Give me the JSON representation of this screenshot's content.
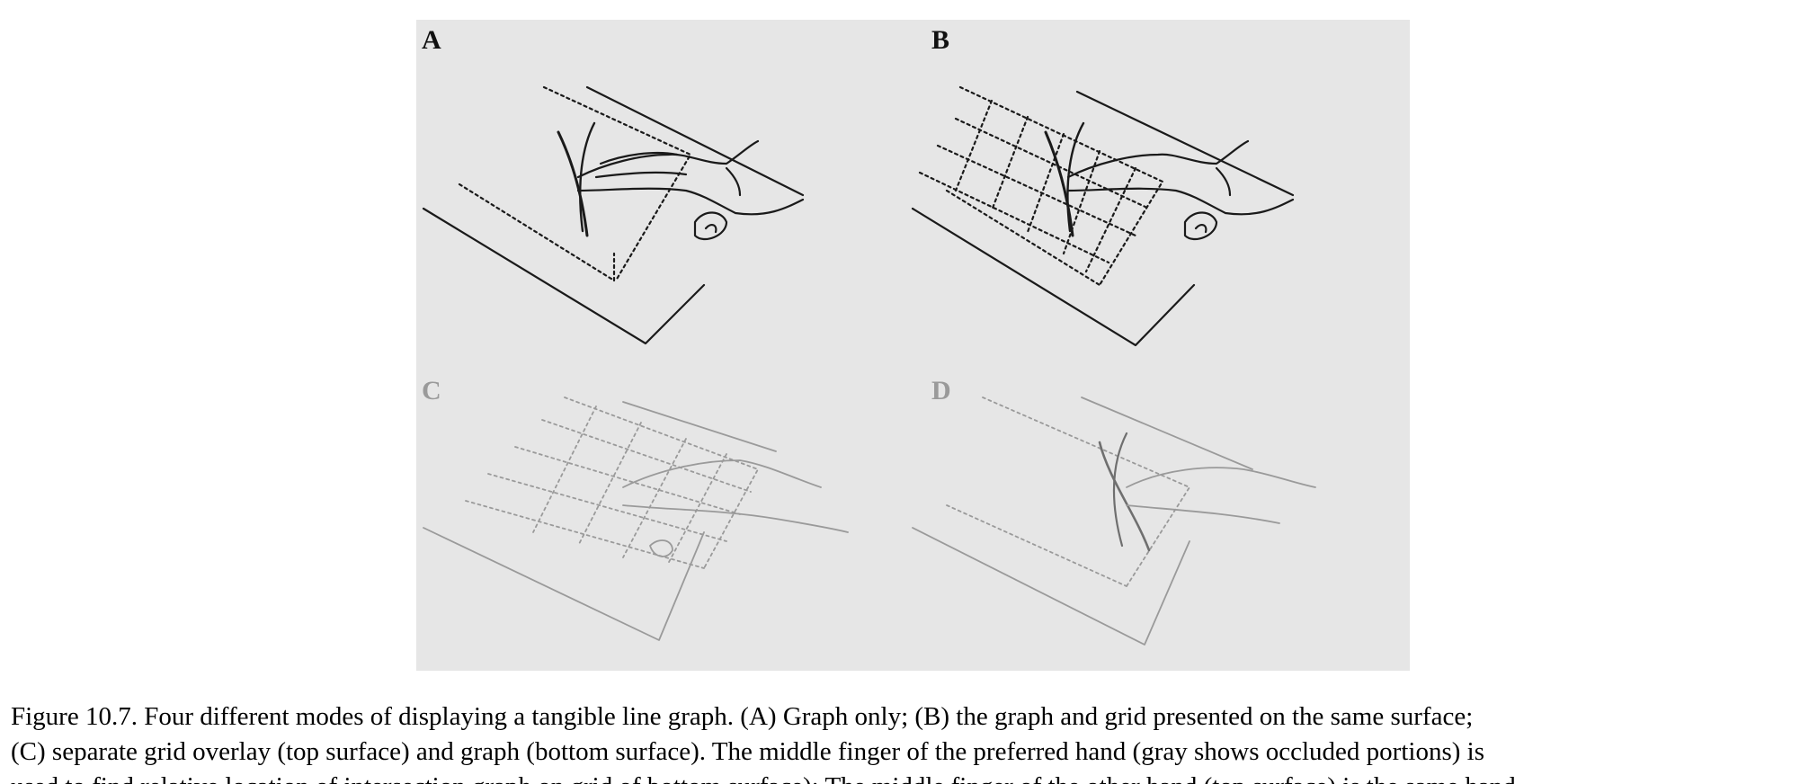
{
  "figure": {
    "panels": [
      {
        "label": "A"
      },
      {
        "label": "B"
      },
      {
        "label": "C"
      },
      {
        "label": "D"
      }
    ]
  },
  "caption": {
    "line1": "Figure 10.7. Four different modes of displaying a tangible line graph. (A) Graph only; (B) the graph and grid presented on the same surface;",
    "line2": "(C) separate grid overlay (top surface) and graph (bottom surface). The middle finger of the preferred hand (gray shows occluded portions) is",
    "line3": "used to find relative location of intersection graph on grid of bottom surface); The middle finger of the other hand (top surface) is the same hand"
  },
  "colors": {
    "figure_background": "#e6e6e6",
    "line_dark": "#1a1a1a",
    "line_light": "#9a9a9a"
  },
  "icons": [
    "hand-drawing"
  ]
}
